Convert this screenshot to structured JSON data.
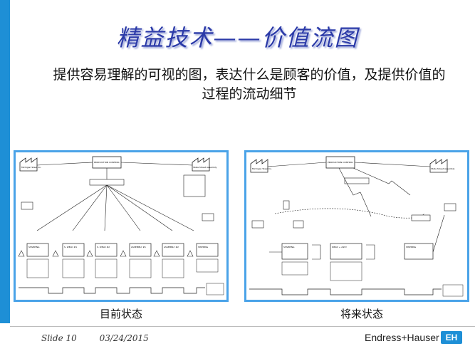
{
  "slide": {
    "title": "精益技术——价值流图",
    "subtitle": "提供容易理解的可视的图，表达什么是顾客的价值，及提供价值的过程的流动细节"
  },
  "maps": {
    "current": {
      "caption": "目前状态",
      "control_label": "PRODUCTION CONTROL",
      "supplier_label": "Michigan Steel Co.",
      "customer_label": "State Street Assembly",
      "processes": [
        "STAMPING",
        "S. WELD #1",
        "S. WELD #2",
        "ASSEMBLY #1",
        "ASSEMBLY #2",
        "SHIPPING"
      ]
    },
    "future": {
      "caption": "将来状态",
      "control_label": "PRODUCTION CONTROL",
      "supplier_label": "Michigan Steel Co.",
      "customer_label": "State Street Assembly",
      "processes": [
        "STAMPING",
        "WELD + ASSY",
        "SHIPPING"
      ]
    }
  },
  "footer": {
    "slide_number": "Slide 10",
    "date": "03/24/2015",
    "brand": "Endress+Hauser",
    "logo": "EH"
  },
  "colors": {
    "title": "#2b3aa8",
    "accent_bar": "#1e8fd6",
    "panel_border": "#4aa3e8"
  }
}
